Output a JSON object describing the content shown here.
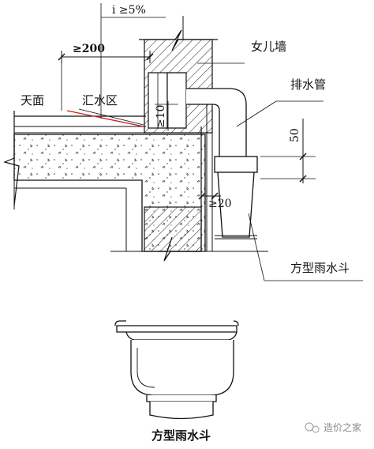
{
  "labels": {
    "slope": "i ≥5%",
    "dist200": "≥200",
    "parapet": "女儿墙",
    "roof": "天面",
    "catchment": "汇水区",
    "pipe": "排水管",
    "dim10": "≥10",
    "dim50": "50",
    "dim20": "≥20",
    "hopper": "方型雨水斗"
  },
  "caption": "方型雨水斗",
  "watermark": "造价之家",
  "colors": {
    "line": "#111111",
    "hatch": "#222222",
    "catchment_line": "#d11a1a",
    "watermark": "#888888"
  }
}
